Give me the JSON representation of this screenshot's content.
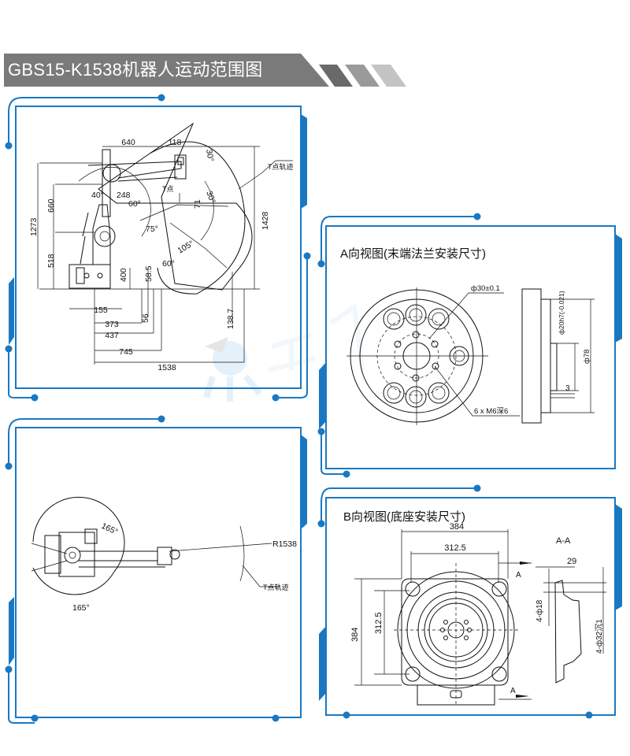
{
  "header": {
    "title": "GBS15-K1538机器人运动范围图",
    "bar_color": "#7a7a7a",
    "accent_color": "#1a78c2"
  },
  "side_view": {
    "top_dims": [
      "640",
      "118"
    ],
    "angles": [
      "30°",
      "30°",
      "40°",
      "60°",
      "75°",
      "105°",
      "60°"
    ],
    "left_dims": [
      "1273",
      "660",
      "518"
    ],
    "right_dim": "1428",
    "inner_dims": [
      "248",
      "71",
      "400",
      "58.5",
      "56",
      "138.7"
    ],
    "bottom_dims": [
      "155",
      "373",
      "437",
      "745",
      "1538"
    ],
    "t_point": "T点",
    "t_path": "T点轨迹"
  },
  "top_view": {
    "angles": [
      "165°",
      "165°"
    ],
    "radius": "R1538",
    "t_path": "T点轨迹"
  },
  "view_a": {
    "title": "A向视图(末端法兰安装尺寸)",
    "pcd": "ф30±0.1",
    "holes": "6 x M6深6",
    "shaft": "ф20h7(-0.021)",
    "outer": "ф78",
    "depth": "3"
  },
  "view_b": {
    "title": "B向视图(底座安装尺寸)",
    "width_outer": "384",
    "width_inner": "312.5",
    "height_outer": "384",
    "height_inner": "312.5",
    "section": "A-A",
    "section_marker": "A",
    "thickness": "29",
    "hole_small": "4-ф18",
    "hole_counter": "4-ф32沉1"
  }
}
